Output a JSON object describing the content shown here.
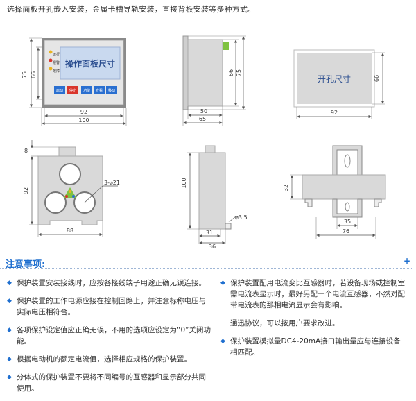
{
  "intro": "选择面板开孔嵌入安装，金属卡槽导轨安装，直接背板安装等多种方式。",
  "panel": {
    "label": "操作面板尺寸",
    "leds": [
      "运行",
      "报警",
      "故障"
    ],
    "buttons": [
      "启动",
      "停止",
      "功能",
      "查看",
      "移动"
    ],
    "dim_width_inner": "92",
    "dim_width_outer": "100",
    "dim_height_inner": "66",
    "dim_height_outer": "75"
  },
  "side": {
    "dim_h_66": "66",
    "dim_h_75": "75",
    "dim_w_50": "50",
    "dim_w_65": "65"
  },
  "cutout": {
    "label": "开孔尺寸",
    "dim_w": "92",
    "dim_h": "66"
  },
  "transformer": {
    "dim_8": "8",
    "dim_92": "92",
    "dim_88": "88",
    "hole_label": "3-⌀21"
  },
  "trans_side": {
    "dim_100": "100",
    "dim_31": "31",
    "dim_36": "36",
    "dim_35": "3.5"
  },
  "rail": {
    "dim_32": "32",
    "dim_35": "35",
    "dim_76": "76"
  },
  "notes": {
    "title": "注意事项:",
    "left": [
      "保护装置安装接线时，应按各接线端子用途正确无误连接。",
      "保护装置的工作电源应接在控制回路上，并注意标称电压与实际电压相符合。",
      "各项保护设定值应正确无误，不用的选项应设定为“0”关闭功能。",
      "根据电动机的额定电流值，选择相应规格的保护装置。",
      "分体式的保护装置不要将不同编号的互感器和显示部分共同使用。"
    ],
    "right": [
      "保护装置配用电流变比互感器时，若设备现场或控制室需电流表显示时，最好另配一个电流互感器，不然对配带电流表的那相电流显示会有影响。",
      "通迅协议，可以按用户要求改进。",
      "保护装置模拟量DC4-20mA接口输出量应与连接设备相匹配。"
    ]
  },
  "colors": {
    "accent": "#1f6fcf",
    "panel_screen": "#c9d9ef",
    "body_gray": "#d9d9d9",
    "button_blue": "#2a6fd0",
    "button_red": "#d9352b",
    "terminal_green": "#7fc241"
  }
}
